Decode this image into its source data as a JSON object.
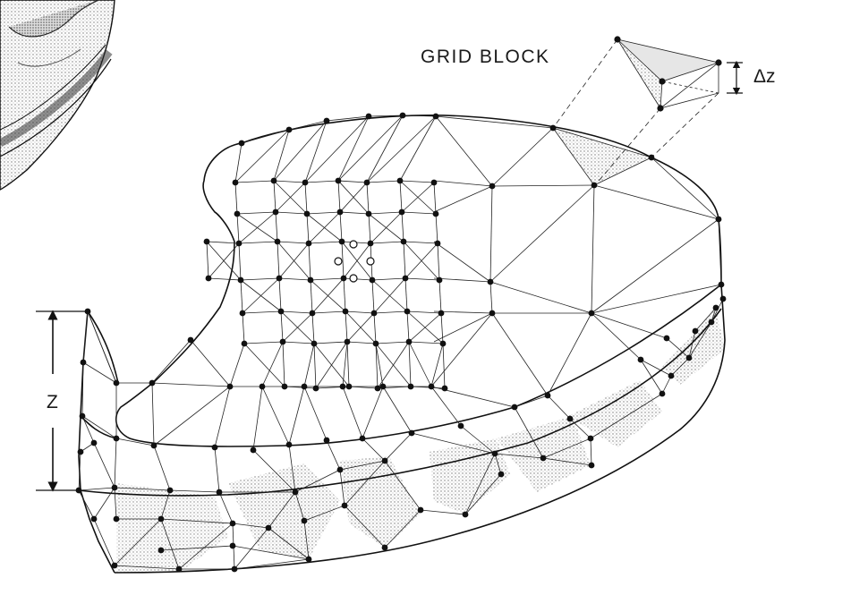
{
  "labels": {
    "grid_block": "GRID BLOCK",
    "delta_z": "Δz",
    "z": "Z"
  },
  "colors": {
    "ink": "#111111",
    "stipple": "#c8c8c8",
    "background": "#ffffff"
  }
}
